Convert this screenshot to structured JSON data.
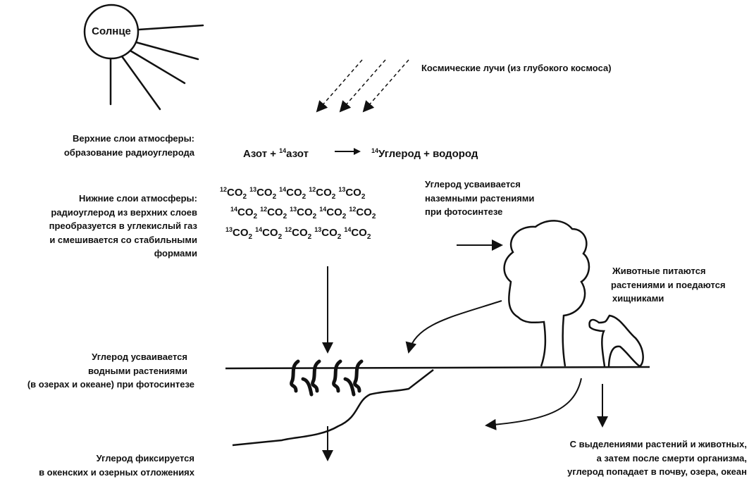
{
  "sun": {
    "label": "Солнце"
  },
  "cosmic_rays": "Космические лучи (из глубокого космоса)",
  "upper_atmosphere": {
    "lines": [
      "Верхние слои атмосферы:",
      "образование радиоуглерода"
    ]
  },
  "reaction": {
    "left": "Азот + ",
    "left_iso": "14",
    "left_rest": "азот",
    "right_iso": "14",
    "right_rest": "Углерод + водород"
  },
  "lower_atmosphere": {
    "lines": [
      "Нижние слои атмосферы:",
      "радиоуглерод из верхних слоев",
      "преобразуется в углекислый газ",
      "и смешивается со стабильными",
      "формами"
    ]
  },
  "co2_rows": [
    [
      "12",
      "13",
      "14",
      "12",
      "13"
    ],
    [
      "14",
      "12",
      "13",
      "14",
      "12"
    ],
    [
      "13",
      "14",
      "12",
      "13",
      "14"
    ]
  ],
  "land_plants": {
    "lines": [
      "Углерод усваивается",
      "наземными растениями",
      "при фотосинтезе"
    ]
  },
  "animals": {
    "lines": [
      "Животные питаются",
      "растениями и поедаются",
      "хищниками"
    ]
  },
  "water_plants": {
    "lines": [
      "Углерод усваивается",
      "водными растениями",
      "(в озерах и океане) при фотосинтезе"
    ]
  },
  "sediments": {
    "lines": [
      "Углерод фиксируется",
      "в окенских и озерных отложениях"
    ]
  },
  "soil": {
    "lines": [
      "С выделениями растений и животных,",
      "а затем после смерти организма,",
      "углерод попадает в почву, озера, океан"
    ]
  }
}
